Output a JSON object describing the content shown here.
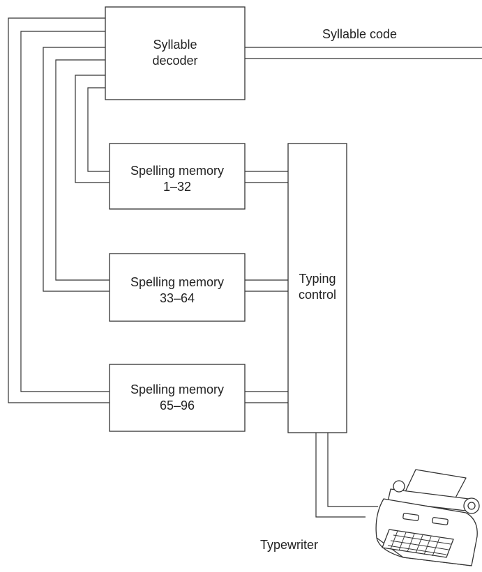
{
  "diagram": {
    "syllable_decoder": {
      "line1": "Syllable",
      "line2": "decoder"
    },
    "syllable_code_label": "Syllable code",
    "memory_1": {
      "line1": "Spelling memory",
      "line2": "1–32"
    },
    "memory_2": {
      "line1": "Spelling memory",
      "line2": "33–64"
    },
    "memory_3": {
      "line1": "Spelling memory",
      "line2": "65–96"
    },
    "typing_control": {
      "line1": "Typing",
      "line2": "control"
    },
    "typewriter_label": "Typewriter"
  }
}
